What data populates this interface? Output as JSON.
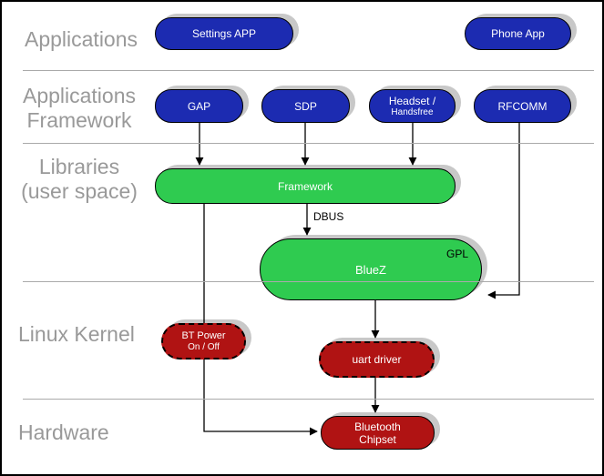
{
  "layers": {
    "applications": {
      "label": "Applications"
    },
    "applications_framework": {
      "line1": "Applications",
      "line2": "Framework"
    },
    "libraries": {
      "line1": "Libraries",
      "line2": "(user space)"
    },
    "linux_kernel": {
      "label": "Linux Kernel"
    },
    "hardware": {
      "label": "Hardware"
    }
  },
  "nodes": {
    "settings_app": {
      "label": "Settings APP"
    },
    "phone_app": {
      "label": "Phone App"
    },
    "gap": {
      "label": "GAP"
    },
    "sdp": {
      "label": "SDP"
    },
    "headset": {
      "line1": "Headset /",
      "line2": "Handsfree"
    },
    "rfcomm": {
      "label": "RFCOMM"
    },
    "framework": {
      "label": "Framework"
    },
    "bluez": {
      "label": "BlueZ",
      "badge": "GPL"
    },
    "bt_power": {
      "line1": "BT Power",
      "line2": "On / Off"
    },
    "uart_driver": {
      "label": "uart driver"
    },
    "bluetooth_chipset": {
      "line1": "Bluetooth",
      "line2": "Chipset"
    }
  },
  "edges": {
    "dbus_label": "DBUS"
  },
  "colors": {
    "app_node_blue": "#1c2bb1",
    "userspace_node_green": "#2fcb50",
    "kernel_node_red": "#b01313",
    "shadow_gray": "#c8c8c8",
    "layer_label_gray": "#999999",
    "divider_gray": "#aaaaaa",
    "connector_black": "#000000"
  }
}
